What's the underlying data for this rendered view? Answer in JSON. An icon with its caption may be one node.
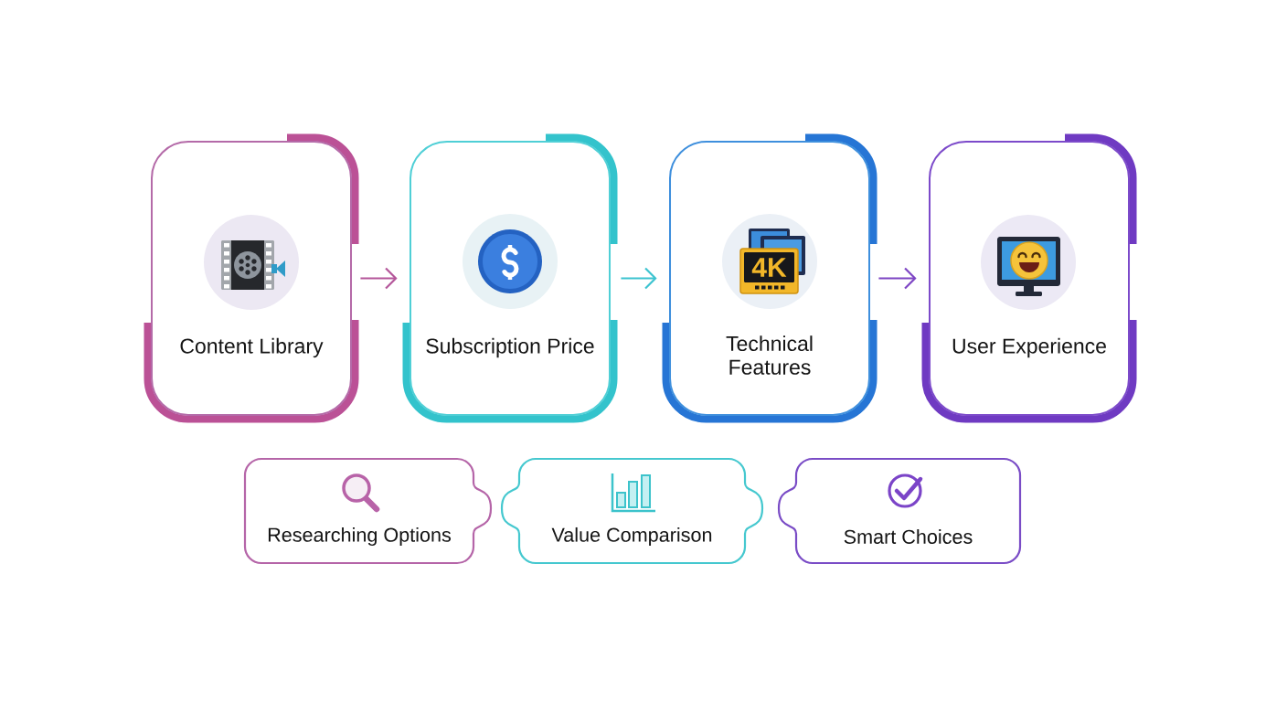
{
  "diagram": {
    "nodes": [
      {
        "text": [
          "Content Library"
        ]
      },
      {
        "text": [
          "Subscription Price"
        ]
      },
      {
        "text": [
          "Technical Features"
        ]
      },
      {
        "text": [
          "User Experience"
        ]
      },
      {
        "text": [
          "Researching Options"
        ]
      },
      {
        "text": [
          "Value Comparison"
        ]
      },
      {
        "text": [
          "Smart Choices"
        ]
      }
    ],
    "edges": [
      {
        "from": 0,
        "to": 1,
        "arrow": "to",
        "color": "#b4569a"
      },
      {
        "from": 1,
        "to": 2,
        "arrow": "to",
        "color": "#3cc3d0"
      },
      {
        "from": 2,
        "to": 3,
        "arrow": "to",
        "color": "#7d45c4"
      }
    ],
    "labels": [
      "4K"
    ]
  }
}
